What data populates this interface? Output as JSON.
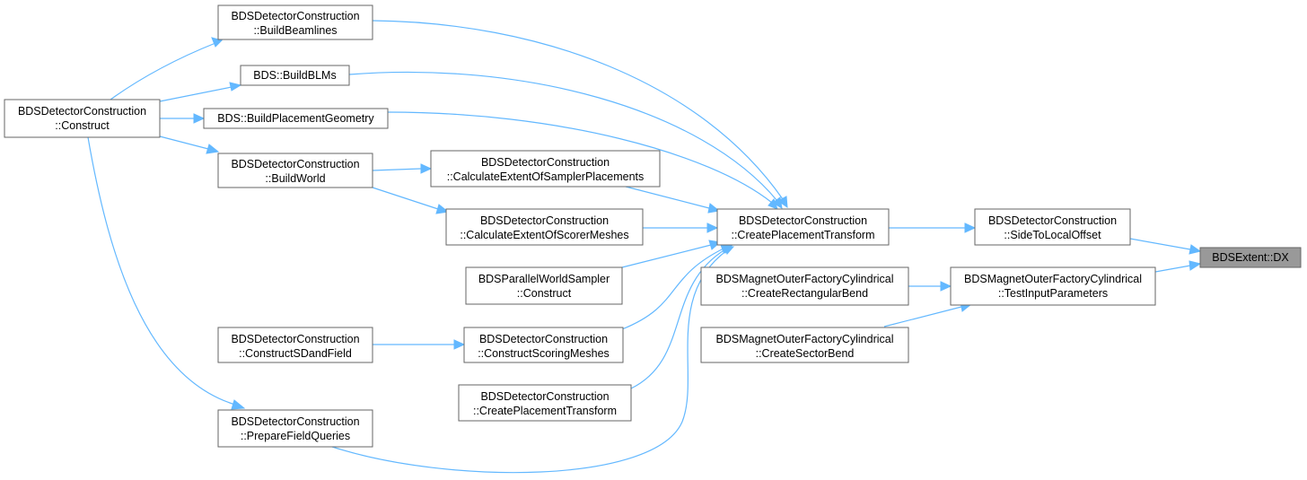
{
  "nodes": {
    "construct": [
      "BDSDetectorConstruction",
      "::Construct"
    ],
    "build_beamlines": [
      "BDSDetectorConstruction",
      "::BuildBeamlines"
    ],
    "build_blms": [
      "BDS::BuildBLMs"
    ],
    "build_placement_geometry": [
      "BDS::BuildPlacementGeometry"
    ],
    "build_world": [
      "BDSDetectorConstruction",
      "::BuildWorld"
    ],
    "construct_sd_and_field": [
      "BDSDetectorConstruction",
      "::ConstructSDandField"
    ],
    "prepare_field_queries": [
      "BDSDetectorConstruction",
      "::PrepareFieldQueries"
    ],
    "calc_extent_sampler": [
      "BDSDetectorConstruction",
      "::CalculateExtentOfSamplerPlacements"
    ],
    "calc_extent_scorer": [
      "BDSDetectorConstruction",
      "::CalculateExtentOfScorerMeshes"
    ],
    "parallel_world_sampler_construct": [
      "BDSParallelWorldSampler",
      "::Construct"
    ],
    "construct_scoring_meshes": [
      "BDSDetectorConstruction",
      "::ConstructScoringMeshes"
    ],
    "create_placement_transform_left": [
      "BDSDetectorConstruction",
      "::CreatePlacementTransform"
    ],
    "create_placement_transform": [
      "BDSDetectorConstruction",
      "::CreatePlacementTransform"
    ],
    "create_rectangular_bend": [
      "BDSMagnetOuterFactoryCylindrical",
      "::CreateRectangularBend"
    ],
    "create_sector_bend": [
      "BDSMagnetOuterFactoryCylindrical",
      "::CreateSectorBend"
    ],
    "side_to_local_offset": [
      "BDSDetectorConstruction",
      "::SideToLocalOffset"
    ],
    "test_input_parameters": [
      "BDSMagnetOuterFactoryCylindrical",
      "::TestInputParameters"
    ],
    "extent_dx": [
      "BDSExtent::DX"
    ]
  },
  "colors": {
    "edge": "#63b8ff",
    "node_border": "#666666",
    "node_fill": "#ffffff",
    "target_fill": "#999999"
  }
}
